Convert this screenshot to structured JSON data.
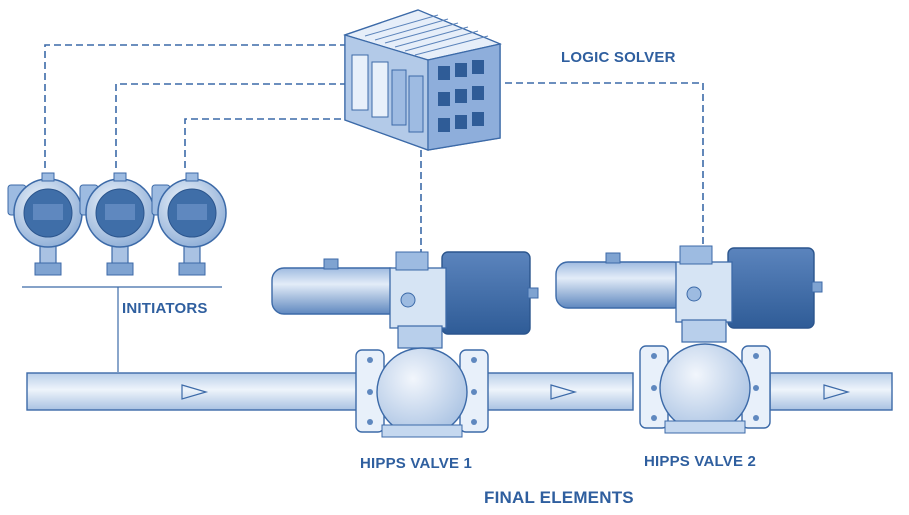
{
  "labels": {
    "logic_solver": "LOGIC SOLVER",
    "initiators": "INITIATORS",
    "valve_1": "HIPPS VALVE 1",
    "valve_2": "HIPPS VALVE 2",
    "final_elements": "FINAL ELEMENTS"
  },
  "colors": {
    "label": "#2f5f9f",
    "line": "#3c6aa8",
    "equipment_dark": "#3f6ea8",
    "equipment_mid": "#7ea2cf",
    "equipment_light": "#d6e4f4",
    "pipe_fill": "#dbe8f6"
  }
}
